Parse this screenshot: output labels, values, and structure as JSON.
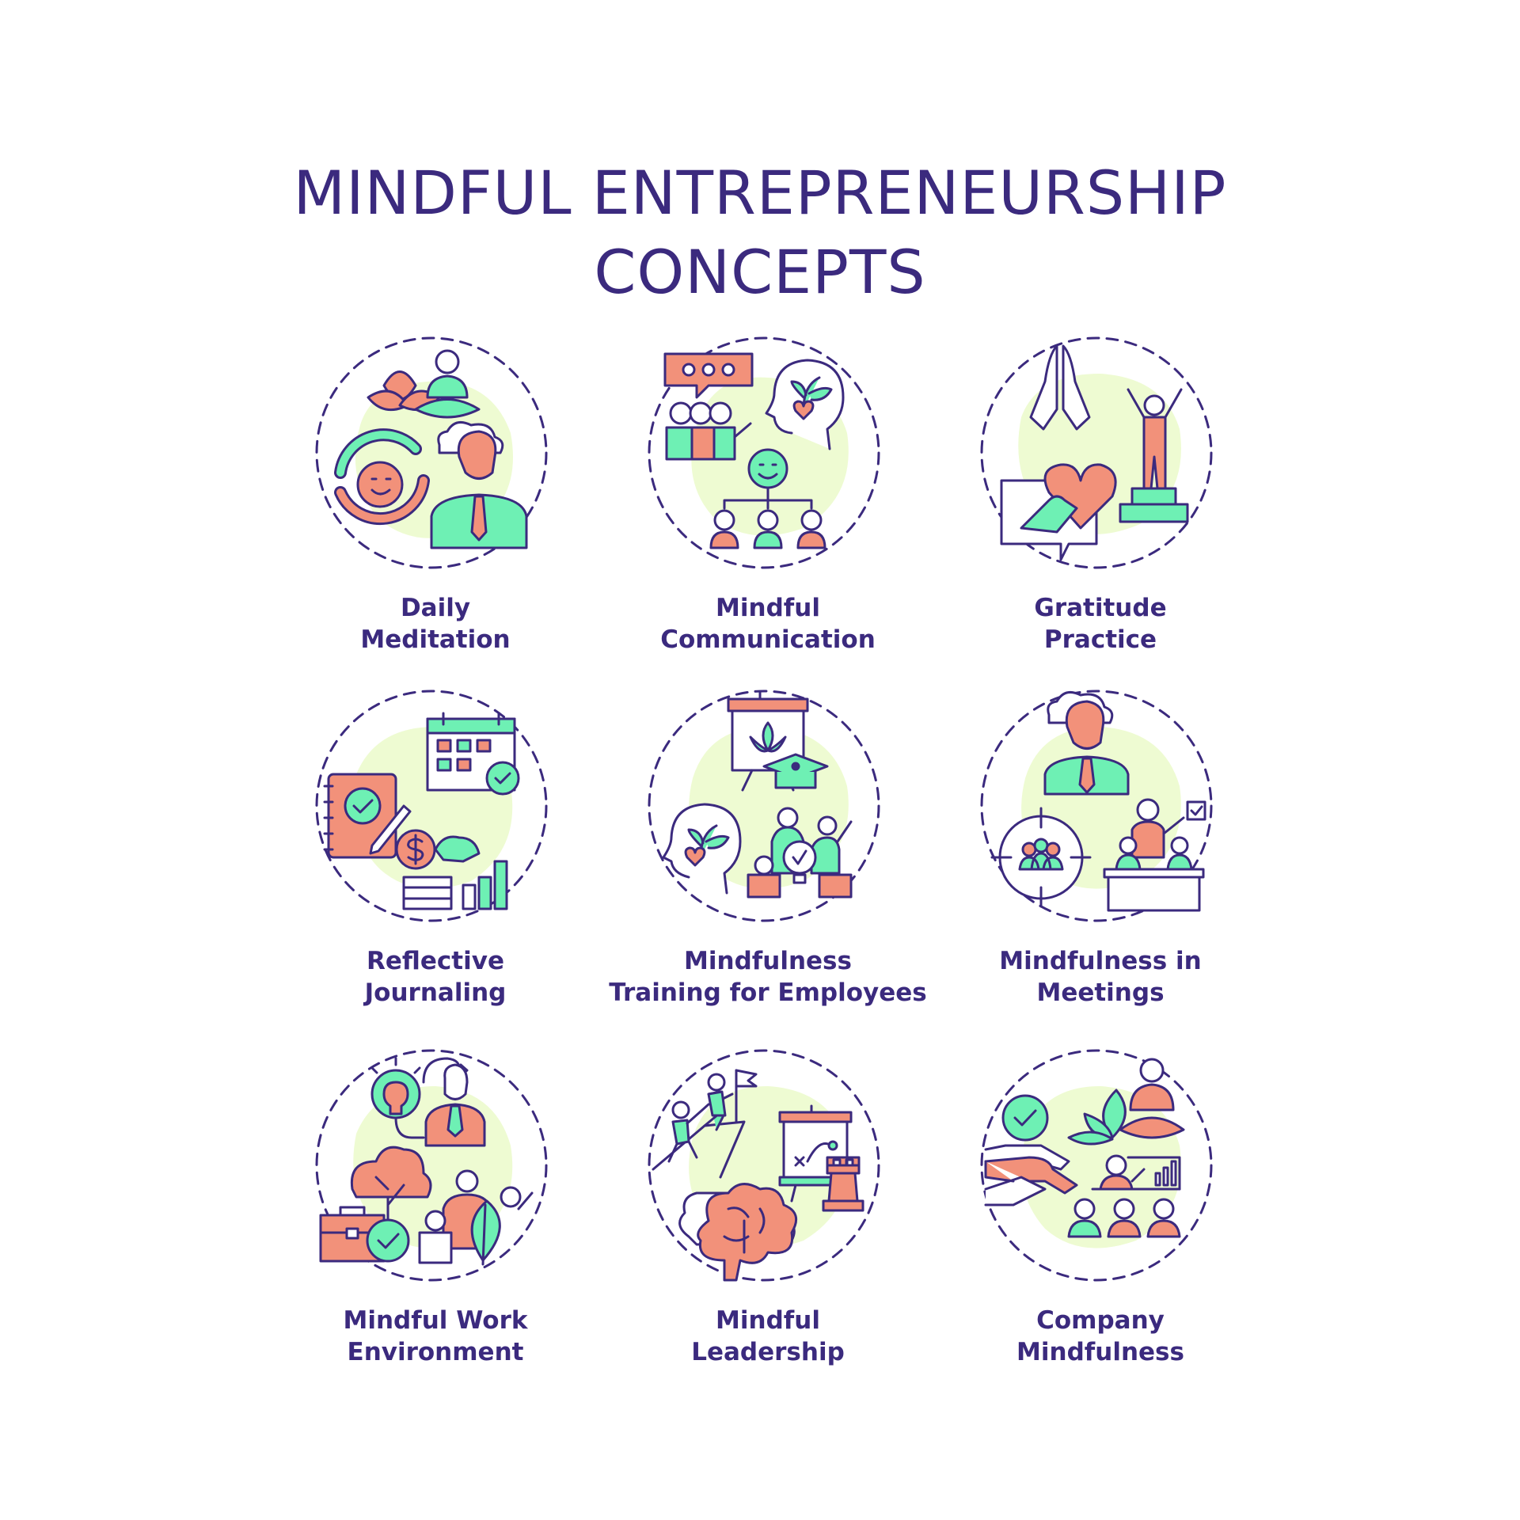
{
  "title": {
    "line1": "MINDFUL ENTREPRENEURSHIP",
    "line2": "CONCEPTS"
  },
  "colors": {
    "outline": "#3b2a7e",
    "green": "#6ef0b4",
    "coral": "#f2917a",
    "blob": "#eefbd2"
  },
  "concepts": [
    {
      "line1": "Daily",
      "line2": "Meditation",
      "icons": [
        "lotus-icon",
        "meditating-person-icon",
        "smile-cycle-icon",
        "calm-businessman-icon"
      ]
    },
    {
      "line1": "Mindful",
      "line2": "Communication",
      "icons": [
        "chat-bubble-icon",
        "team-icon",
        "mind-head-icon",
        "hierarchy-icon"
      ]
    },
    {
      "line1": "Gratitude",
      "line2": "Practice",
      "icons": [
        "praying-hands-icon",
        "winner-podium-icon",
        "heart-hand-icon"
      ]
    },
    {
      "line1": "Reflective",
      "line2": "Journaling",
      "icons": [
        "calendar-icon",
        "journal-icon",
        "dollar-coin-icon",
        "bar-chart-icon"
      ]
    },
    {
      "line1": "Mindfulness",
      "line2": "Training for Employees",
      "icons": [
        "presentation-board-icon",
        "graduation-cap-icon",
        "mind-head-icon",
        "group-idea-icon"
      ]
    },
    {
      "line1": "Mindfulness in",
      "line2": "Meetings",
      "icons": [
        "calm-businessman-icon",
        "target-group-icon",
        "meeting-table-icon"
      ]
    },
    {
      "line1": "Mindful Work",
      "line2": "Environment",
      "icons": [
        "lightbulb-icon",
        "businessman-icon",
        "tree-icon",
        "briefcase-icon",
        "leaf-team-icon"
      ]
    },
    {
      "line1": "Mindful",
      "line2": "Leadership",
      "icons": [
        "climbing-team-icon",
        "strategy-board-icon",
        "chess-rook-icon",
        "brain-icon"
      ]
    },
    {
      "line1": "Company",
      "line2": "Mindfulness",
      "icons": [
        "checkmark-icon",
        "handshake-icon",
        "meditating-person-icon",
        "audience-icon"
      ]
    }
  ]
}
